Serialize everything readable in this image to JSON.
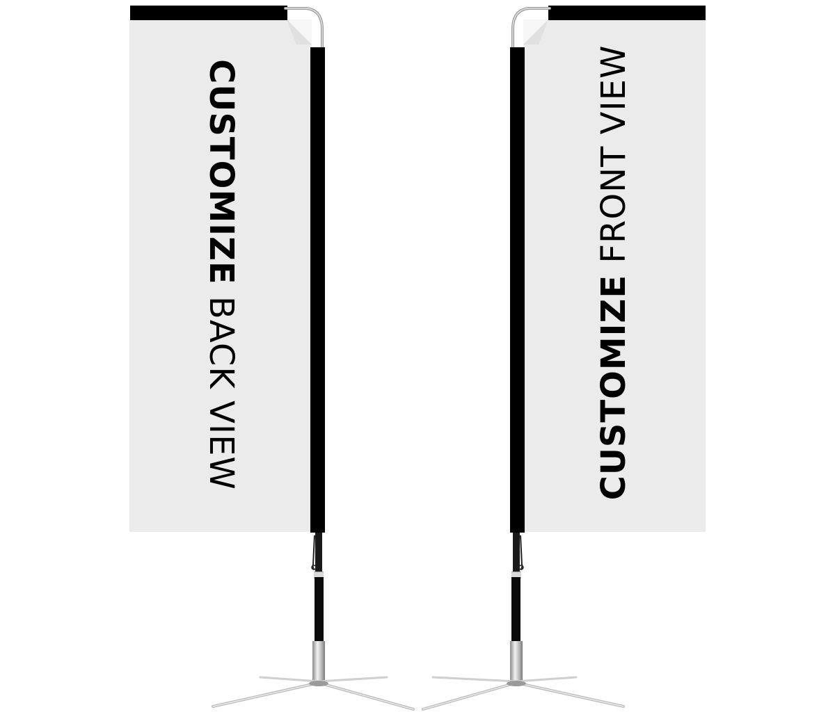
{
  "flags": [
    {
      "id": "back",
      "label_bold": "CUSTOMIZE",
      "label_light": " BACK VIEW"
    },
    {
      "id": "front",
      "label_bold": "CUSTOMIZE",
      "label_light": " FRONT VIEW"
    }
  ],
  "colors": {
    "fabric": "#ebebeb",
    "sleeve": "#000000",
    "metal": "#bdbdbd"
  }
}
